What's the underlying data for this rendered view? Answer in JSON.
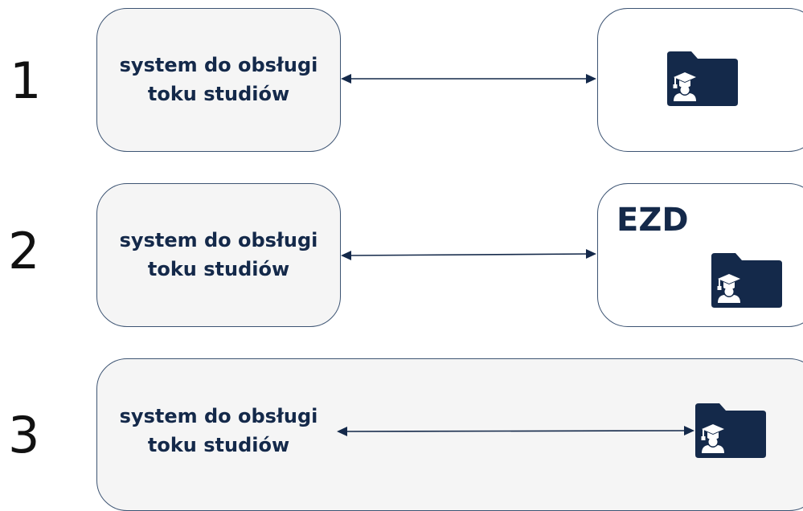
{
  "rows": [
    {
      "number": "1",
      "system_label_line1": "system do obsługi",
      "system_label_line2": "toku studiów",
      "target_label": ""
    },
    {
      "number": "2",
      "system_label_line1": "system do obsługi",
      "system_label_line2": "toku studiów",
      "target_label": "EZD"
    },
    {
      "number": "3",
      "system_label_line1": "system do obsługi",
      "system_label_line2": "toku studiów",
      "target_label": ""
    }
  ],
  "icons": {
    "student_folder": "student-folder-icon"
  },
  "colors": {
    "text_dark": "#14294a",
    "border": "#3d5473",
    "box_fill": "#f5f5f5",
    "icon_fill": "#14294a"
  }
}
